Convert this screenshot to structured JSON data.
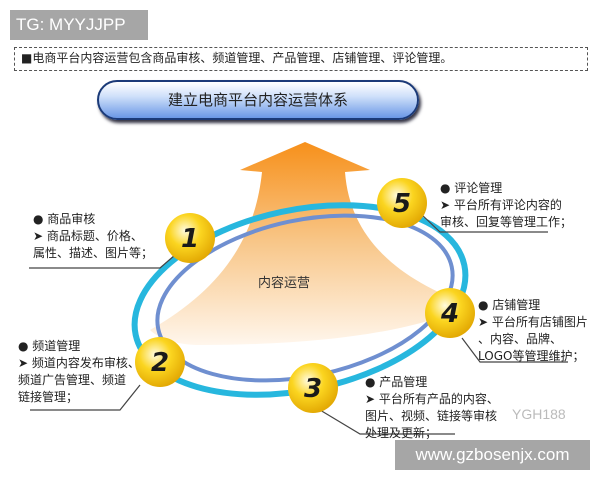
{
  "watermark_top": "TG: MYYJJPP",
  "watermark_bottom": "www.gzbosenjx.com",
  "watermark_faint": "YGH188",
  "banner": "■电商平台内容运营包含商品审核、频道管理、产品管理、店铺管理、评论管理。",
  "title": "建立电商平台内容运营体系",
  "center_label": "内容运营",
  "colors": {
    "arrow": "#f39a1e",
    "ring_outer": "#27b7de",
    "ring_inner": "#6f8fd0",
    "ball": "#f5c400",
    "pill": "#6a97e6"
  },
  "items": [
    {
      "num": "1",
      "head": "● 商品审核",
      "lines": [
        "➤ 商品标题、价格、",
        "属性、描述、图片等；"
      ]
    },
    {
      "num": "2",
      "head": "● 频道管理",
      "lines": [
        "➤ 频道内容发布审核、",
        "频道广告管理、频道",
        "链接管理；"
      ]
    },
    {
      "num": "3",
      "head": "● 产品管理",
      "lines": [
        "➤ 平台所有产品的内容、",
        "图片、视频、链接等审核",
        "处理及更新；"
      ]
    },
    {
      "num": "4",
      "head": "● 店铺管理",
      "lines": [
        "➤ 平台所有店铺图片",
        "、内容、品牌、",
        "LOGO等管理维护；"
      ]
    },
    {
      "num": "5",
      "head": "● 评论管理",
      "lines": [
        "➤ 平台所有评论内容的",
        "审核、回复等管理工作；"
      ]
    }
  ]
}
